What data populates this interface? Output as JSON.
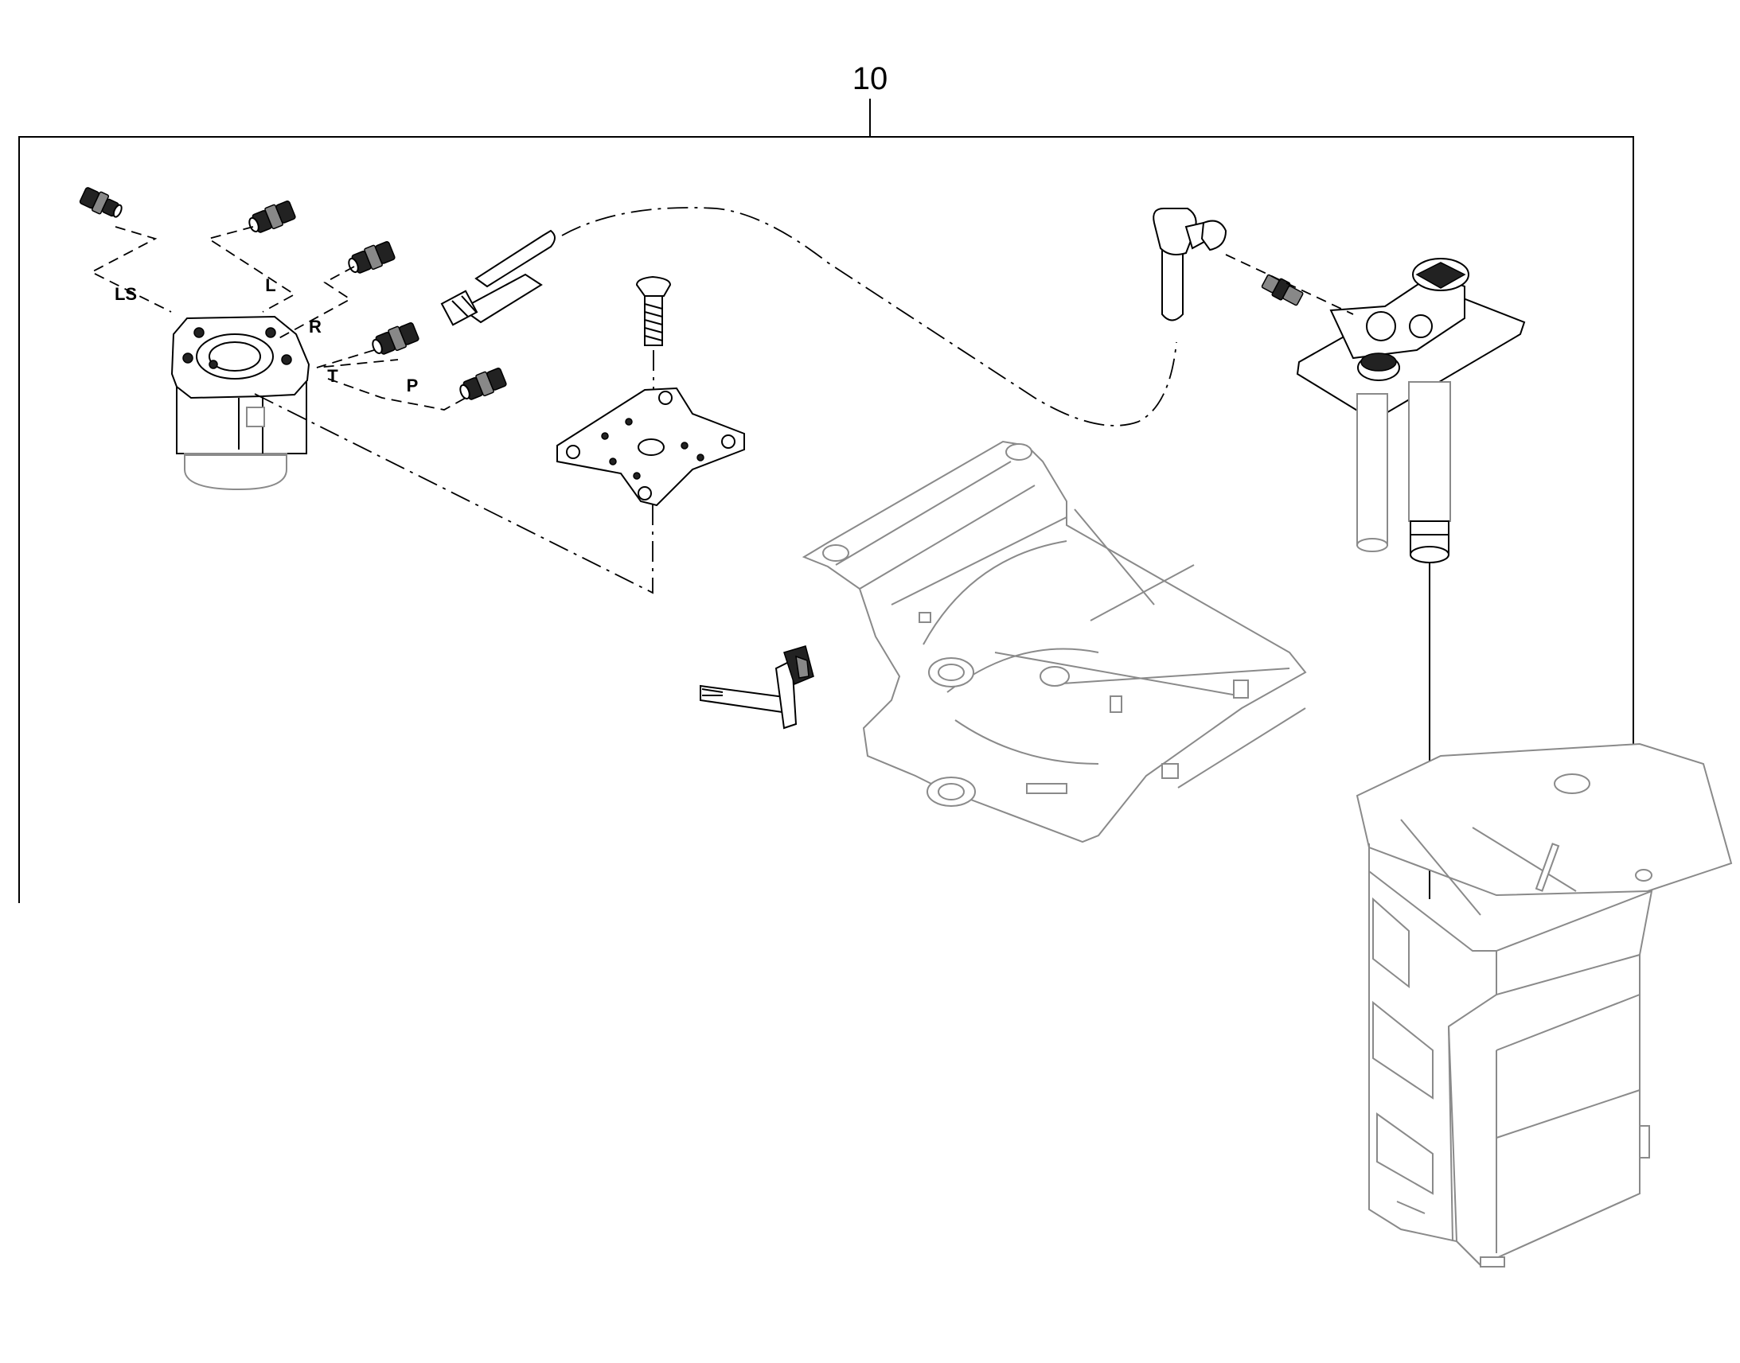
{
  "diagram": {
    "assembly_number": "10",
    "port_labels": {
      "ls": "LS",
      "l": "L",
      "r": "R",
      "t": "T",
      "p": "P"
    },
    "line_color": "#000000",
    "context_parts_color": "#8a8a8a"
  }
}
